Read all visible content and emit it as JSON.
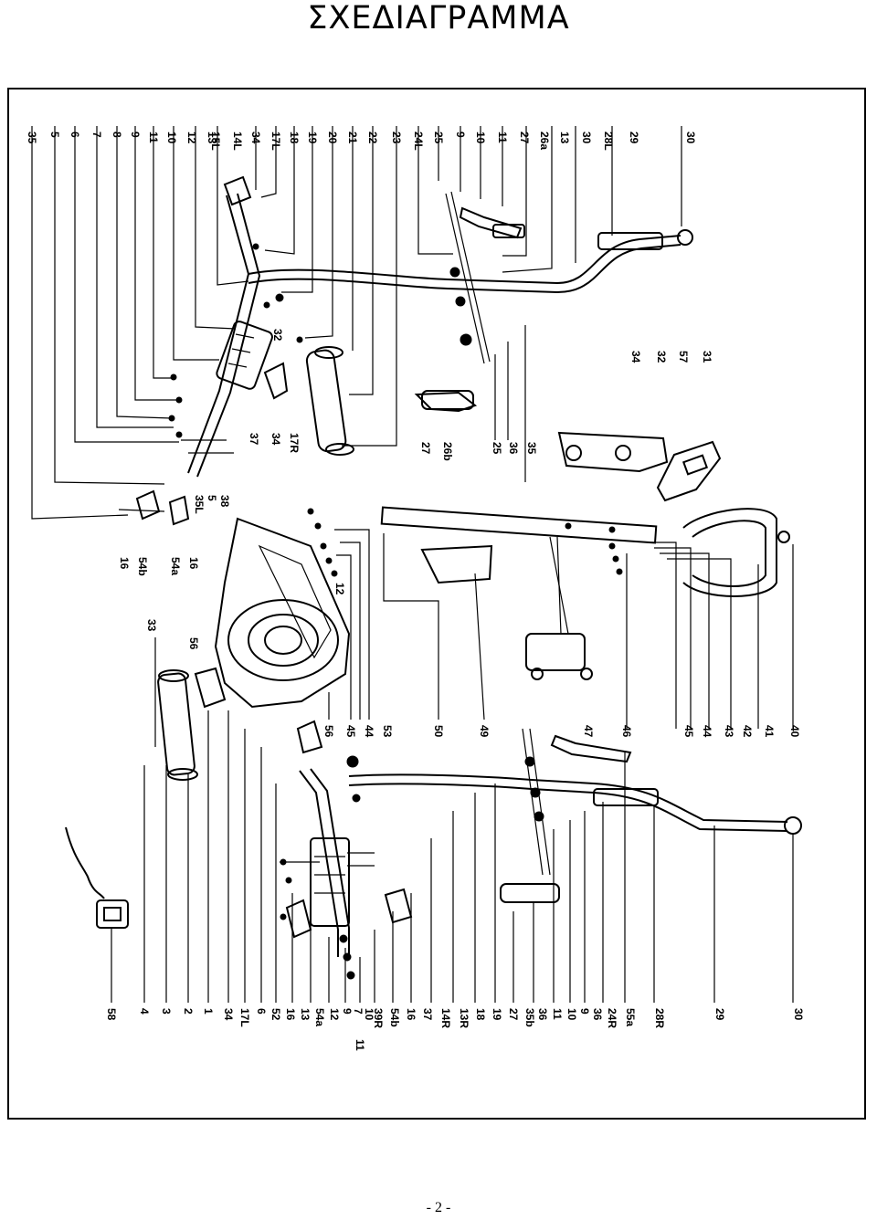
{
  "page": {
    "title": "ΣΧΕΔΙΑΓΡΑΜΜΑ",
    "page_number": "- 2 -"
  },
  "diagram": {
    "top_labels": [
      "35",
      "5",
      "6",
      "7",
      "8",
      "9",
      "11",
      "10",
      "12",
      "13",
      "14L",
      "15L",
      "34",
      "17L",
      "18",
      "19",
      "20",
      "21",
      "22",
      "23",
      "24L",
      "25",
      "9",
      "10",
      "11",
      "27",
      "26a",
      "13",
      "30",
      "28L",
      "29",
      "30"
    ],
    "upper_middle_labels": [
      "32",
      "37",
      "34",
      "17R"
    ],
    "upper_cluster_labels": [
      "27",
      "26b",
      "25",
      "36",
      "35"
    ],
    "bracket_labels": [
      "34",
      "32",
      "57",
      "31"
    ],
    "left_labels": [
      "38",
      "5",
      "35L",
      "16",
      "54a",
      "54b",
      "16"
    ],
    "mid_labels": [
      "12",
      "56",
      "33"
    ],
    "right_labels": [
      "56",
      "45",
      "44",
      "53",
      "50",
      "49",
      "47",
      "46",
      "45",
      "44",
      "43",
      "42",
      "41",
      "40"
    ],
    "bottom_labels": [
      "58",
      "4",
      "3",
      "2",
      "1",
      "34",
      "17L",
      "6",
      "52",
      "16",
      "13",
      "54a",
      "12",
      "9",
      "7",
      "10",
      "11",
      "39R",
      "54b",
      "16",
      "37",
      "14R",
      "13R",
      "18",
      "19",
      "27",
      "35b",
      "36",
      "11",
      "10",
      "9",
      "36",
      "24R",
      "55a",
      "28R",
      "29",
      "30"
    ]
  }
}
